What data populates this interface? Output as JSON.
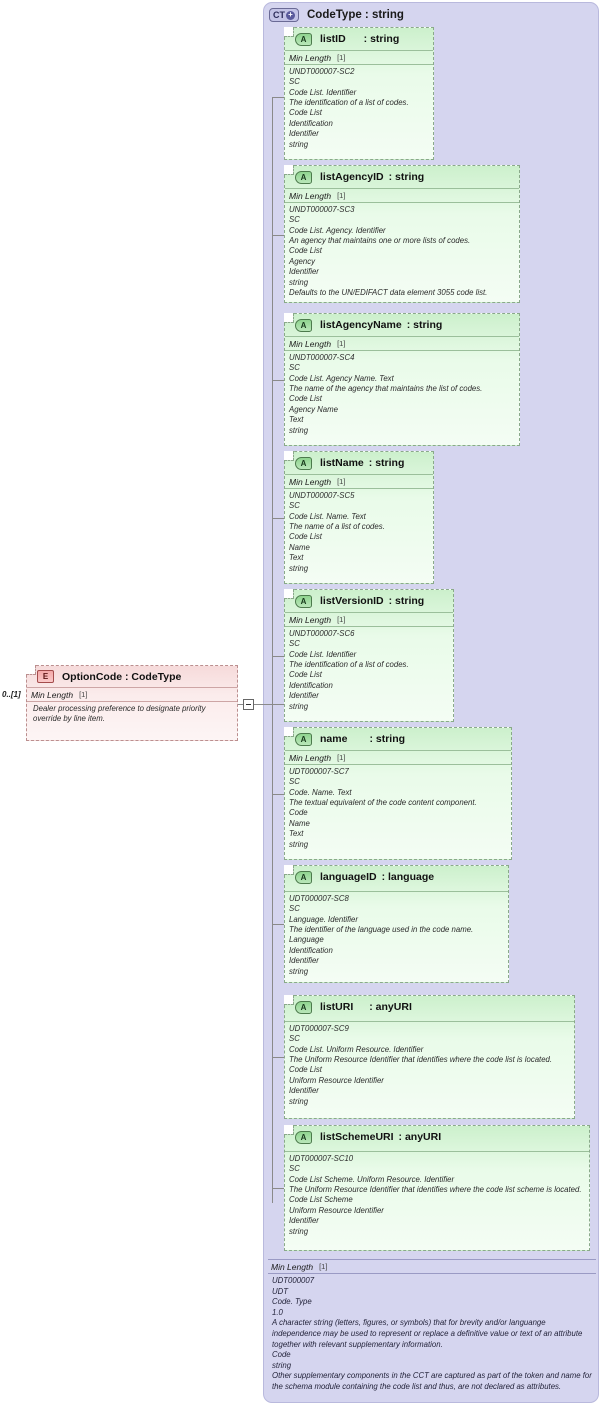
{
  "diagram": {
    "title": "XSD schema diagram: OptionCode : CodeType",
    "complex_type": {
      "badge": "CT",
      "badge_expand": "+",
      "label": "CodeType : string",
      "facet_label": "Min Length",
      "facet_value": "[1]",
      "description_lines": [
        "UDT000007",
        "UDT",
        "Code. Type",
        "1.0",
        "A character string (letters, figures, or symbols) that for brevity and/or languange independence may be used to represent or replace a definitive value or text of an attribute together with relevant supplementary information.",
        "Code",
        "string",
        "Other supplementary components in the CCT are captured as part of the token and name for the schema module containing the code list and thus, are not declared as attributes."
      ]
    },
    "element": {
      "badge": "E",
      "label": "OptionCode : CodeType",
      "cardinality": "0..[1]",
      "facet_label": "Min Length",
      "facet_value": "[1]",
      "description": "Dealer processing preference to designate priority override by line item.",
      "expander_state": "-"
    },
    "attributes": [
      {
        "badge": "A",
        "name": "listID",
        "type": ": string",
        "facet_label": "Min Length",
        "facet_value": "[1]",
        "lines": [
          "UNDT000007-SC2",
          "SC",
          "Code List. Identifier",
          "The identification of a list of codes.",
          "Code List",
          "Identification",
          "Identifier",
          "string"
        ]
      },
      {
        "badge": "A",
        "name": "listAgencyID",
        "type": ": string",
        "facet_label": "Min Length",
        "facet_value": "[1]",
        "lines": [
          "UNDT000007-SC3",
          "SC",
          "Code List. Agency. Identifier",
          "An agency that maintains one or more lists of codes.",
          "Code List",
          "Agency",
          "Identifier",
          "string",
          "Defaults to the UN/EDIFACT data element 3055 code list."
        ]
      },
      {
        "badge": "A",
        "name": "listAgencyName",
        "type": ": string",
        "facet_label": "Min Length",
        "facet_value": "[1]",
        "lines": [
          "UNDT000007-SC4",
          "SC",
          "Code List. Agency Name. Text",
          "The name of the agency that maintains the list of codes.",
          "Code List",
          "Agency Name",
          "Text",
          "string"
        ]
      },
      {
        "badge": "A",
        "name": "listName",
        "type": ": string",
        "facet_label": "Min Length",
        "facet_value": "[1]",
        "lines": [
          "UNDT000007-SC5",
          "SC",
          "Code List. Name. Text",
          "The name of a list of codes.",
          "Code List",
          "Name",
          "Text",
          "string"
        ]
      },
      {
        "badge": "A",
        "name": "listVersionID",
        "type": ": string",
        "facet_label": "Min Length",
        "facet_value": "[1]",
        "lines": [
          "UNDT000007-SC6",
          "SC",
          "Code List. Identifier",
          "The identification of a list of codes.",
          "Code List",
          "Identification",
          "Identifier",
          "string"
        ]
      },
      {
        "badge": "A",
        "name": "name",
        "type": ": string",
        "facet_label": "Min Length",
        "facet_value": "[1]",
        "lines": [
          "UDT000007-SC7",
          "SC",
          "Code. Name. Text",
          "The textual equivalent of the code content component.",
          "Code",
          "Name",
          "Text",
          "string"
        ]
      },
      {
        "badge": "A",
        "name": "languageID",
        "type": ": language",
        "facet_label": "",
        "facet_value": "",
        "lines": [
          "UDT000007-SC8",
          "SC",
          "Language. Identifier",
          "The identifier of the language used in the code name.",
          "Language",
          "Identification",
          "Identifier",
          "string"
        ]
      },
      {
        "badge": "A",
        "name": "listURI",
        "type": ": anyURI",
        "facet_label": "",
        "facet_value": "",
        "lines": [
          "UDT000007-SC9",
          "SC",
          "Code List. Uniform Resource. Identifier",
          "The Uniform Resource Identifier that identifies where the code list is located.",
          "Code List",
          "Uniform Resource Identifier",
          "Identifier",
          "string"
        ]
      },
      {
        "badge": "A",
        "name": "listSchemeURI",
        "type": ": anyURI",
        "facet_label": "",
        "facet_value": "",
        "lines": [
          "UDT000007-SC10",
          "SC",
          "Code List Scheme. Uniform Resource. Identifier",
          "The Uniform Resource Identifier that identifies where the code list scheme is located.",
          "Code List Scheme",
          "Uniform Resource Identifier",
          "Identifier",
          "string"
        ]
      }
    ],
    "colors": {
      "panel_bg": "#d5d5ef",
      "attribute_bg": "#e9fbe9",
      "element_bg": "#fbecec",
      "connector": "#8a8a8a"
    }
  }
}
